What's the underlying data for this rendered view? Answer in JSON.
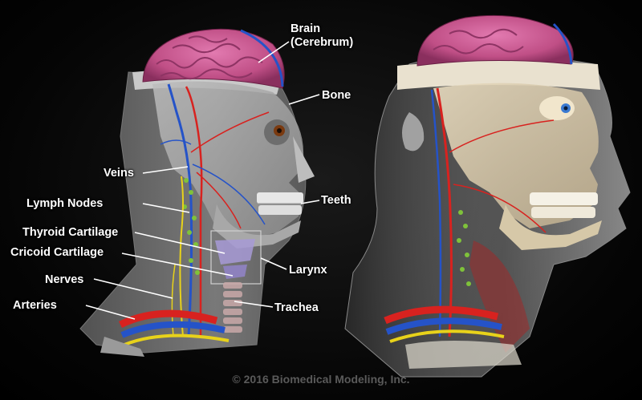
{
  "labels": {
    "brain_line1": "Brain",
    "brain_line2": "(Cerebrum)",
    "bone": "Bone",
    "veins": "Veins",
    "teeth": "Teeth",
    "lymph_nodes": "Lymph Nodes",
    "thyroid_cartilage": "Thyroid Cartilage",
    "cricoid_cartilage": "Cricoid Cartilage",
    "larynx": "Larynx",
    "nerves": "Nerves",
    "trachea": "Trachea",
    "arteries": "Arteries"
  },
  "copyright": "© 2016 Biomedical Modeling, Inc.",
  "colors": {
    "brain": "#c4538a",
    "bone": "#d8d2c4",
    "artery": "#d8221f",
    "vein": "#2553c8",
    "nerve": "#e8d21a",
    "lymph": "#7fc23a",
    "cartilage": "#a79ad6"
  }
}
